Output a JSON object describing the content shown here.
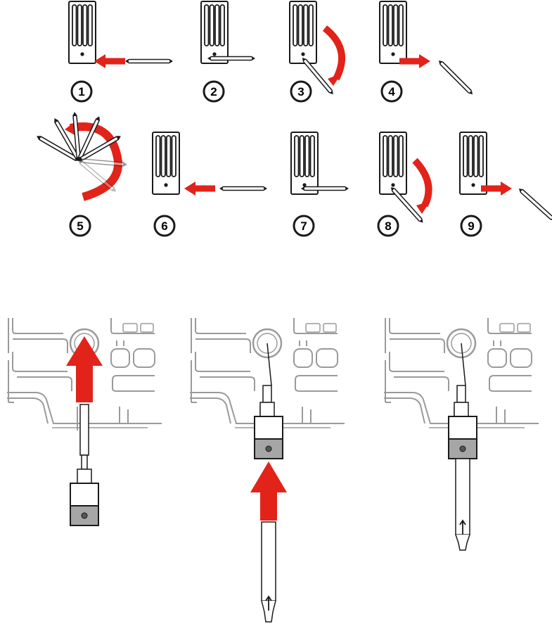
{
  "steps": [
    {
      "number": "1",
      "icon": "tool-insert-arrow-icon"
    },
    {
      "number": "2",
      "icon": "tool-inserted-icon"
    },
    {
      "number": "3",
      "icon": "tool-rotate-down-icon"
    },
    {
      "number": "4",
      "icon": "tool-remove-arrow-icon"
    },
    {
      "number": "5",
      "icon": "tool-rotate-around-icon"
    },
    {
      "number": "6",
      "icon": "tool-insert-arrow-icon"
    },
    {
      "number": "7",
      "icon": "tool-inserted-icon"
    },
    {
      "number": "8",
      "icon": "tool-rotate-down-icon"
    },
    {
      "number": "9",
      "icon": "tool-remove-arrow-icon"
    }
  ],
  "colors": {
    "arrow": "#e2231a",
    "outline": "#1a1a1a",
    "device_line": "#9a9a9a",
    "grey_block": "#a6a6a6"
  },
  "panels": [
    {
      "icon": "insert-extension-into-screw-icon"
    },
    {
      "icon": "insert-screwdriver-into-extension-icon"
    },
    {
      "icon": "assembled-screwdriver-icon"
    }
  ]
}
